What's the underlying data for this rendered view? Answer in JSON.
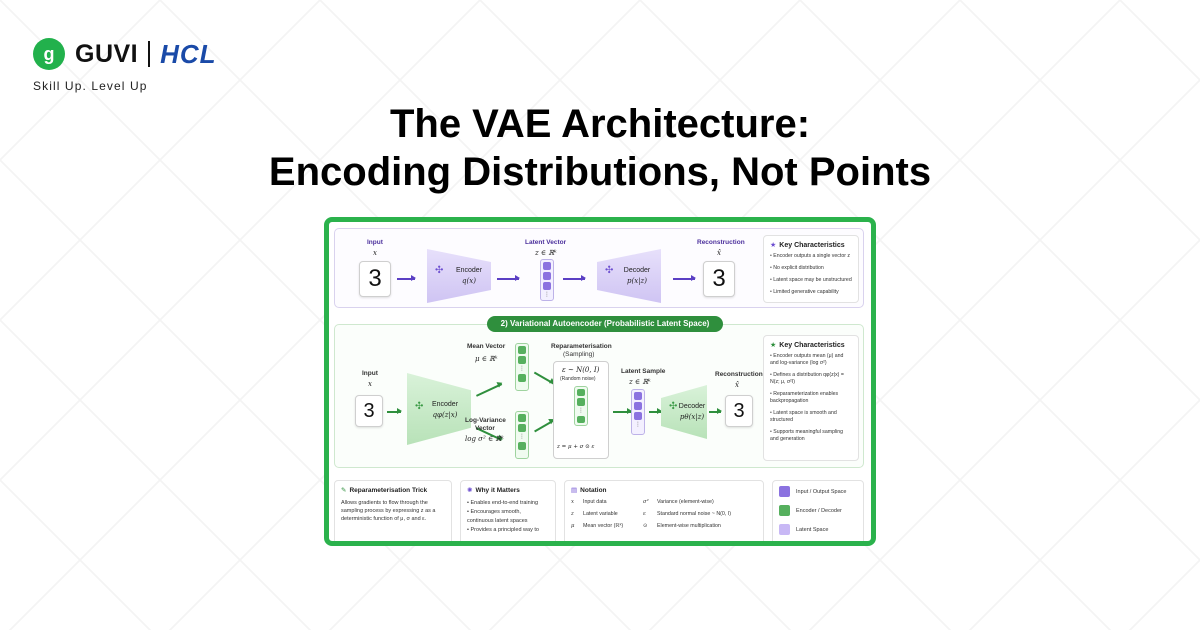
{
  "brand": {
    "logo_glyph": "g",
    "name": "GUVI",
    "partner": "HCL",
    "tagline": "Skill Up. Level Up"
  },
  "title": {
    "line1": "The VAE Architecture:",
    "line2": "Encoding Distributions, Not Points"
  },
  "ae": {
    "input_label": "Input",
    "input_math": "x",
    "digit": "3",
    "encoder_label": "Encoder",
    "encoder_math": "q(x)",
    "latent_label": "Latent Vector",
    "latent_math": "z ∈ ℝᵏ",
    "decoder_label": "Decoder",
    "decoder_math": "p(x|z)",
    "recon_label": "Reconstruction",
    "recon_math": "x̂",
    "kc_title": "Key Characteristics",
    "kc_items": [
      "Encoder outputs a single vector z",
      "No explicit distribution",
      "Latent space may be unstructured",
      "Limited generative capability"
    ]
  },
  "vae": {
    "banner": "2) Variational Autoencoder (Probabilistic Latent Space)",
    "input_label": "Input",
    "input_math": "x",
    "digit": "3",
    "encoder_label": "Encoder",
    "encoder_math": "qφ(z|x)",
    "mean_label": "Mean Vector",
    "mean_math": "μ ∈ ℝᵏ",
    "logvar_label1": "Log-Variance",
    "logvar_label2": "Vector",
    "logvar_math": "log σ² ∈ ℝᵏ",
    "reparam_label1": "Reparameterisation",
    "reparam_label2": "(Sampling)",
    "eps_math": "ε ~ N(0, I)",
    "eps_note": "(Random noise)",
    "z_formula": "z = μ + σ ⊙ ε",
    "sample_label": "Latent Sample",
    "sample_math": "z ∈ ℝᵏ",
    "decoder_label": "Decoder",
    "decoder_math": "pθ(x|z)",
    "recon_label": "Reconstruction",
    "recon_math": "x̂",
    "kc_title": "Key Characteristics",
    "kc_items": [
      "Encoder outputs mean (μ) and and log-variance (log σ²)",
      "Defines a distribution qφ(z|x) = N(z; μ, σ²I)",
      "Reparameterization enables backpropagation",
      "Latent space is smooth and structured",
      "Supports meaningful sampling and generation"
    ]
  },
  "bottom": {
    "trick_title": "Reparameterisation Trick",
    "trick_body": "Allows gradients to flow through the sampling process by expressing z as a deterministic function of μ, σ and ε.",
    "why_title": "Why it Matters",
    "why_items": [
      "Enables end-to-end training",
      "Encourages smooth, continuous latent spaces",
      "Provides a principled way to"
    ],
    "notation_title": "Notation",
    "notation": [
      {
        "s1": "x",
        "d1": "Input data",
        "s2": "σ²",
        "d2": "Variance (element-wise)"
      },
      {
        "s1": "z",
        "d1": "Latent variable",
        "s2": "ε",
        "d2": "Standard normal noise ~ N(0, I)"
      },
      {
        "s1": "μ",
        "d1": "Mean vector (ℝᵏ)",
        "s2": "⊙",
        "d2": "Element-wise multiplication"
      }
    ],
    "legend": [
      {
        "label": "Input / Output Space",
        "color": "#8b72e0"
      },
      {
        "label": "Encoder / Decoder",
        "color": "#56b05e"
      },
      {
        "label": "Latent Space",
        "color": "#c8b8f5"
      }
    ]
  },
  "colors": {
    "brand_green": "#22b14c",
    "hcl_blue": "#1a4aa8",
    "frame_green": "#2bb24c",
    "vae_green": "#2f8f3d",
    "ae_purple": "#5b3fc4"
  }
}
